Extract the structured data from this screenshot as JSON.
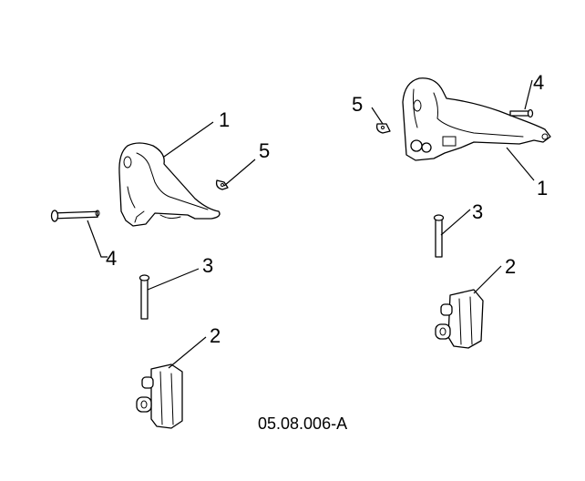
{
  "figure_code": "05.08.006-A",
  "callouts": {
    "left": {
      "c1": "1",
      "c2": "2",
      "c3": "3",
      "c4": "4",
      "c5": "5"
    },
    "right": {
      "c1": "1",
      "c2": "2",
      "c3": "3",
      "c4": "4",
      "c5": "5"
    }
  },
  "colors": {
    "line": "#000000",
    "background": "#ffffff"
  }
}
